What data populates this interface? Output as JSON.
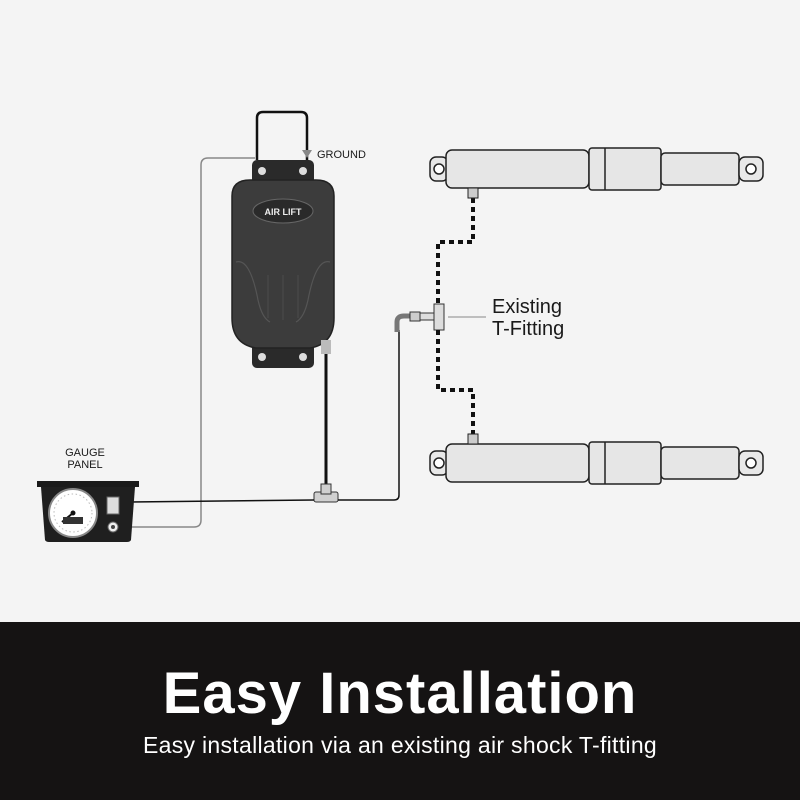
{
  "labels": {
    "ground": "GROUND",
    "gauge_panel_line1": "GAUGE",
    "gauge_panel_line2": "PANEL",
    "tfitting_line1": "Existing",
    "tfitting_line2": "T-Fitting",
    "compressor_logo": "AIR LIFT"
  },
  "banner": {
    "title": "Easy Installation",
    "subtitle": "Easy installation via an existing air shock T-fitting"
  },
  "colors": {
    "background": "#f4f4f4",
    "banner": "#151313",
    "compressor": "#3a3a3a",
    "shock": "#e6e6e6",
    "line": "#111111"
  }
}
